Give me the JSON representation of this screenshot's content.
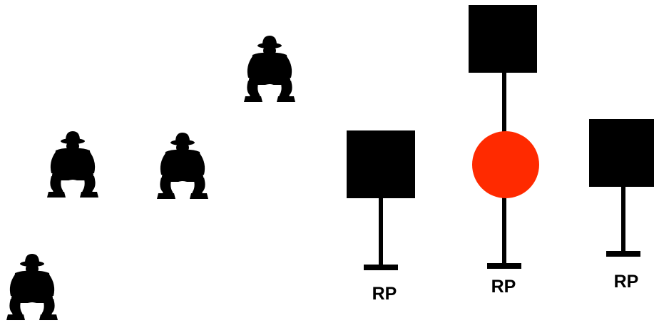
{
  "colors": {
    "figure": "#000000",
    "box": "#000000",
    "post": "#000000",
    "highlight": "#ff2a00",
    "background": "#ffffff"
  },
  "figures": [
    {
      "id": "figure-top",
      "icon": "crouching-person-icon"
    },
    {
      "id": "figure-middle-left",
      "icon": "crouching-person-icon"
    },
    {
      "id": "figure-middle-right",
      "icon": "crouching-person-icon"
    },
    {
      "id": "figure-bottom-left",
      "icon": "crouching-person-icon"
    }
  ],
  "posts": [
    {
      "id": "post-left",
      "label": "RP"
    },
    {
      "id": "post-center",
      "label": "RP",
      "has_top_box": true,
      "has_red_circle": true
    },
    {
      "id": "post-right",
      "label": "RP"
    }
  ]
}
